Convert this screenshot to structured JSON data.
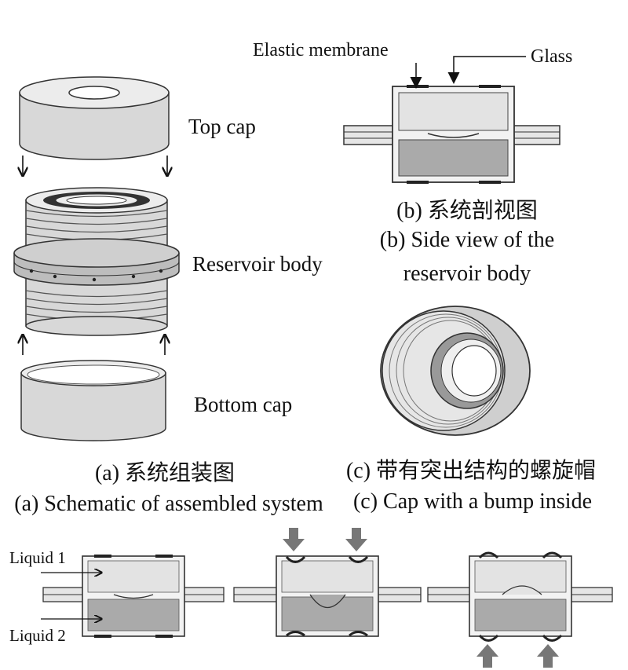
{
  "panel_a": {
    "labels": {
      "top_cap": "Top cap",
      "reservoir_body": "Reservoir body",
      "bottom_cap": "Bottom cap"
    },
    "caption_cn": "(a) 系统组装图",
    "caption_en": "(a) Schematic of assembled system"
  },
  "panel_b": {
    "labels": {
      "elastic_membrane": "Elastic membrane",
      "glass": "Glass"
    },
    "caption_cn": "(b) 系统剖视图",
    "caption_en_line1": "(b) Side view of the",
    "caption_en_line2": "reservoir body"
  },
  "panel_c": {
    "caption_cn": "(c) 带有突出结构的螺旋帽",
    "caption_en": "(c) Cap with a bump inside"
  },
  "panel_bottom": {
    "labels": {
      "liquid_1": "Liquid 1",
      "liquid_2": "Liquid 2"
    }
  },
  "colors": {
    "outline": "#333333",
    "light_fill": "#e6e6e6",
    "mid_fill": "#c8c8c8",
    "dark_fill": "#9a9a9a",
    "arrow_gray": "#777777"
  }
}
